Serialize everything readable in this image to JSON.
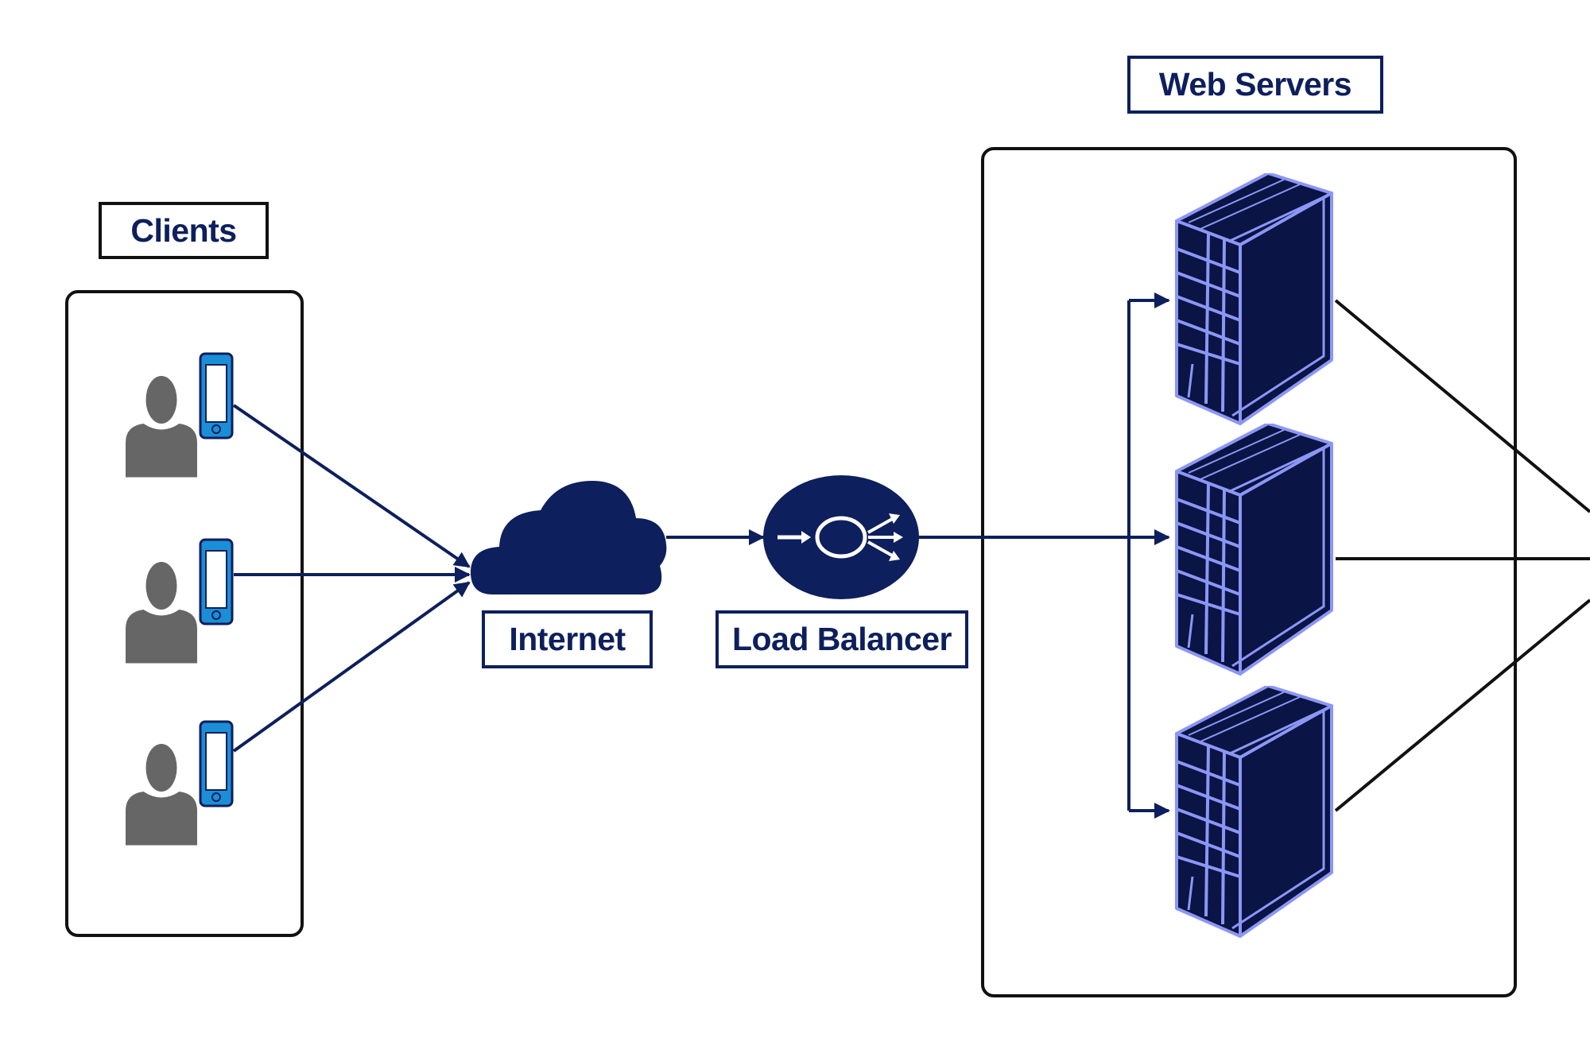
{
  "colors": {
    "navy": "#0d1f5c",
    "person_gray": "#666666",
    "phone_blue": "#1a8fd6",
    "server_body": "#0a1445",
    "server_outline": "#8c96f5",
    "black_line": "#111111"
  },
  "labels": {
    "clients": "Clients",
    "web_servers": "Web Servers",
    "internet": "Internet",
    "load_balancer": "Load Balancer"
  },
  "nodes": {
    "clients": [
      {
        "icon": "person-icon",
        "device": "smartphone-icon"
      },
      {
        "icon": "person-icon",
        "device": "smartphone-icon"
      },
      {
        "icon": "person-icon",
        "device": "smartphone-icon"
      }
    ],
    "internet": {
      "icon": "cloud-icon"
    },
    "load_balancer": {
      "icon": "load-balancer-icon"
    },
    "web_servers": [
      {
        "icon": "server-icon"
      },
      {
        "icon": "server-icon"
      },
      {
        "icon": "server-icon"
      }
    ]
  },
  "edges": [
    {
      "from": "client-1",
      "to": "internet"
    },
    {
      "from": "client-2",
      "to": "internet"
    },
    {
      "from": "client-3",
      "to": "internet"
    },
    {
      "from": "internet",
      "to": "load-balancer"
    },
    {
      "from": "load-balancer",
      "to": "web-server-1"
    },
    {
      "from": "load-balancer",
      "to": "web-server-2"
    },
    {
      "from": "load-balancer",
      "to": "web-server-3"
    },
    {
      "from": "web-server-1",
      "to": "offscreen-right"
    },
    {
      "from": "web-server-2",
      "to": "offscreen-right"
    },
    {
      "from": "web-server-3",
      "to": "offscreen-right"
    }
  ]
}
